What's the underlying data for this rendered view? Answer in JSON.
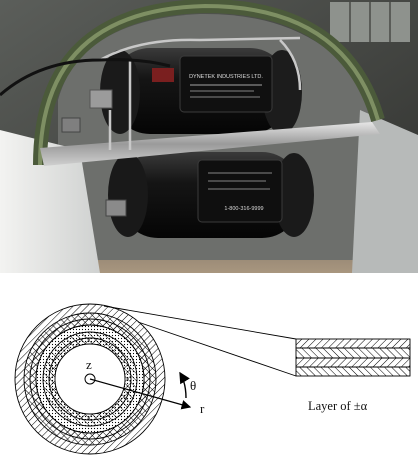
{
  "photo": {
    "tank_upper_label": "DYNETEK INDUSTRIES LTD.",
    "tank_lower_label": "1-800-316-9999"
  },
  "diagram": {
    "label_z": "z",
    "label_theta": "θ",
    "label_r": "r",
    "caption": "Layer of ±α"
  }
}
